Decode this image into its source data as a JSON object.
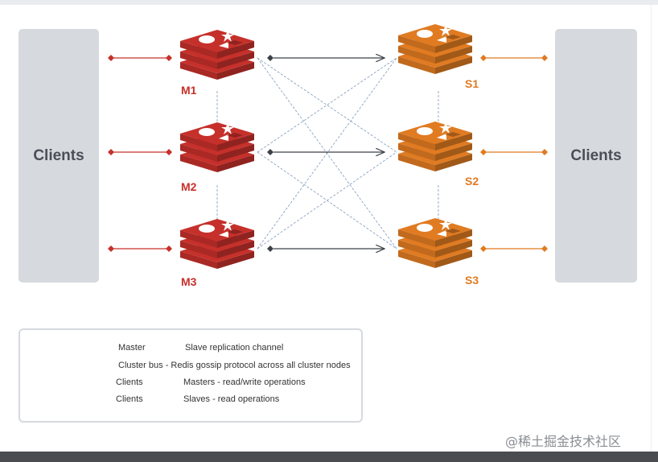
{
  "clients": {
    "left_label": "Clients",
    "right_label": "Clients"
  },
  "masters": [
    "M1",
    "M2",
    "M3"
  ],
  "slaves": [
    "S1",
    "S2",
    "S3"
  ],
  "legend": {
    "row1": {
      "left": "Master",
      "right": "Slave replication channel"
    },
    "row2": {
      "text": "Cluster bus - Redis gossip protocol across all cluster nodes"
    },
    "row3": {
      "left": "Clients",
      "right": "Masters - read/write operations"
    },
    "row4": {
      "left": "Clients",
      "right": "Slaves - read operations"
    }
  },
  "watermark": "@稀土掘金技术社区",
  "colors": {
    "master": "#c6302b",
    "slave": "#e07b22",
    "replication": "#3c4148",
    "gossip": "#7d97b8",
    "client_box": "#d6d9de"
  },
  "icons": {
    "master_node": "redis-logo-icon",
    "slave_node": "redis-logo-icon"
  }
}
